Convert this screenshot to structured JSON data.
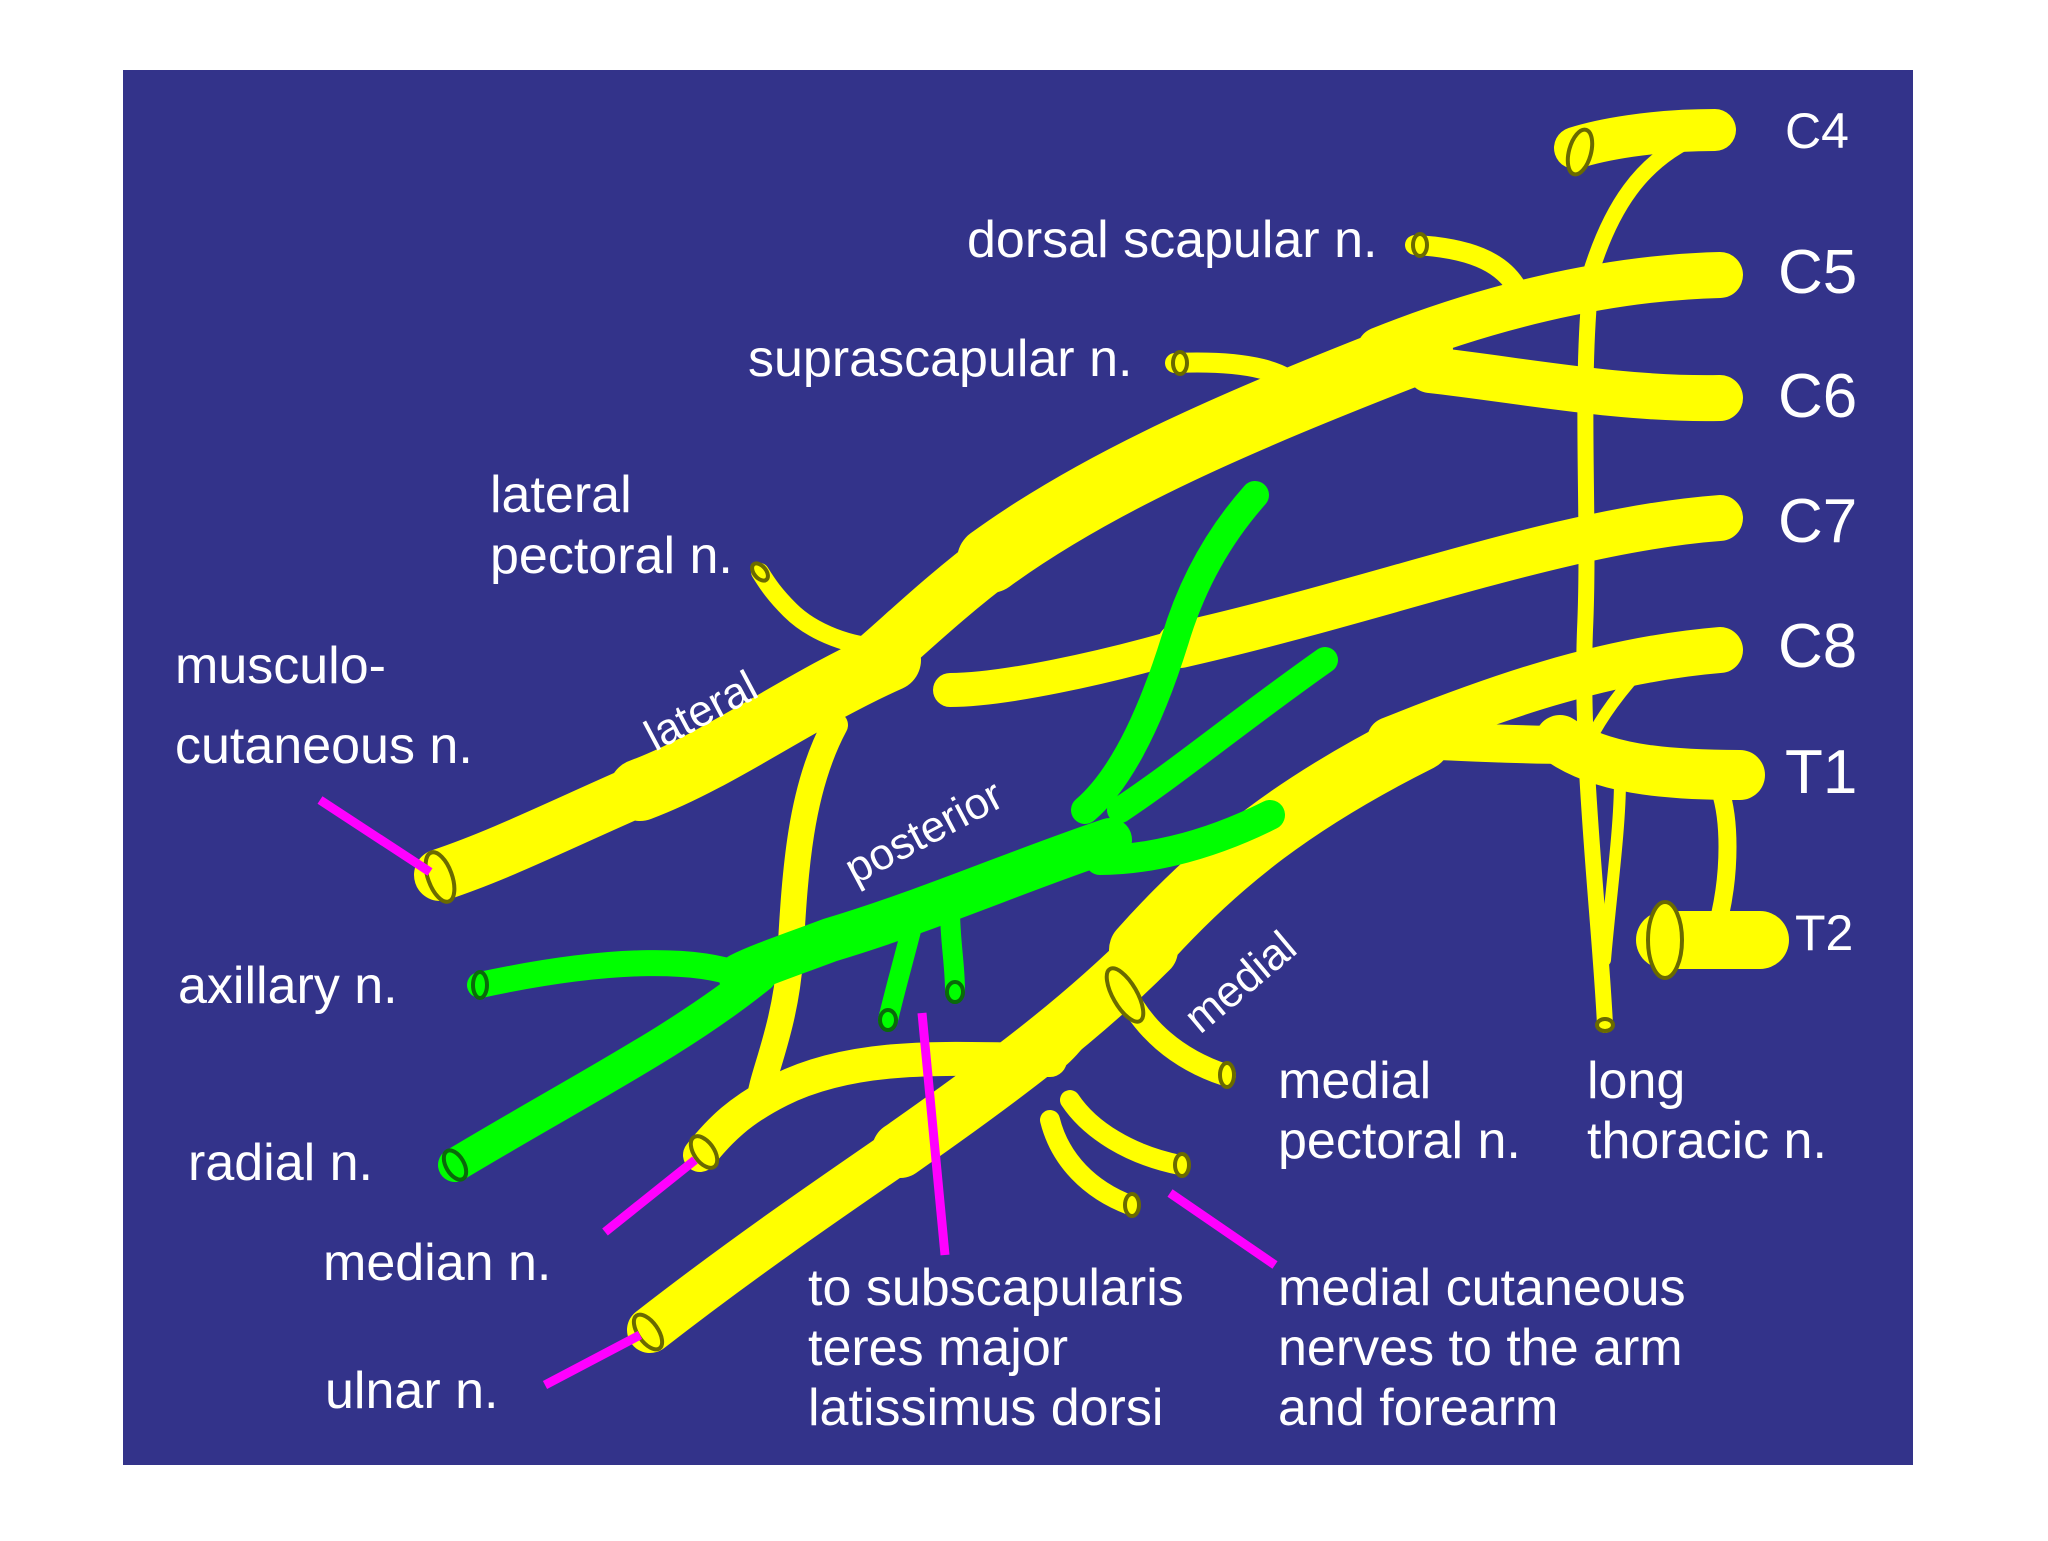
{
  "colors": {
    "background": "#33338a",
    "nerve": "#ffff00",
    "posterior_cord": "#00ff00",
    "pointer": "#ff00ff",
    "text": "#ffffff"
  },
  "roots": {
    "c4": "C4",
    "c5": "C5",
    "c6": "C6",
    "c7": "C7",
    "c8": "C8",
    "t1": "T1",
    "t2": "T2"
  },
  "cords": {
    "lateral": "lateral",
    "posterior": "posterior",
    "medial": "medial"
  },
  "labels": {
    "dorsal_scapular": "dorsal scapular n.",
    "suprascapular": "suprascapular n.",
    "lateral_pectoral": [
      "lateral",
      "pectoral n."
    ],
    "musculocutaneous": [
      "musculo-",
      "cutaneous n."
    ],
    "axillary": "axillary n.",
    "radial": "radial n.",
    "median": "median n.",
    "ulnar": "ulnar n.",
    "subscapularis": [
      "to subscapularis",
      "teres major",
      "latissimus dorsi"
    ],
    "medial_cutaneous": [
      "medial cutaneous",
      "nerves to the arm",
      "and forearm"
    ],
    "medial_pectoral": [
      "medial",
      "pectoral n."
    ],
    "long_thoracic": [
      "long",
      "thoracic n."
    ]
  }
}
